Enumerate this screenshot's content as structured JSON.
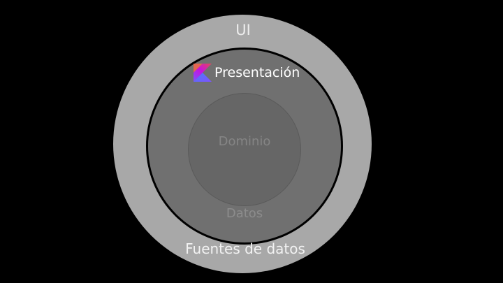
{
  "diagram": {
    "outer_layer_label": "UI",
    "outer_layer_bottom_label": "Fuentes de datos",
    "middle_layer_label": "Presentación",
    "middle_layer_bottom_label": "Datos",
    "inner_layer_label": "Dominio",
    "presentation_icon": "kotlin-logo",
    "colors": {
      "background": "#000000",
      "outer_ring": "#a8a8a8",
      "middle_ring": "#707070",
      "inner_circle": "#666666"
    }
  }
}
